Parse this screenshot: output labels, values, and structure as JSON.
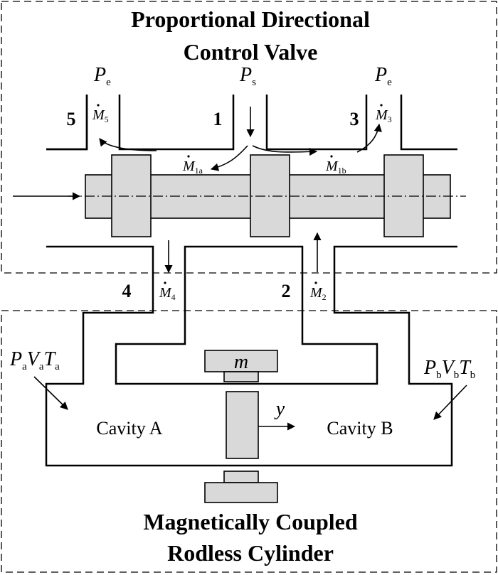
{
  "titles": {
    "valve_line1": "Proportional Directional",
    "valve_line2": "Control Valve",
    "cylinder_line1": "Magnetically Coupled",
    "cylinder_line2": "Rodless Cylinder"
  },
  "ports": {
    "p1": "1",
    "p2": "2",
    "p3": "3",
    "p4": "4",
    "p5": "5"
  },
  "pressure_symbols": {
    "pe_left": {
      "sym": "P",
      "sub": "e"
    },
    "ps": {
      "sym": "P",
      "sub": "s"
    },
    "pe_right": {
      "sym": "P",
      "sub": "e"
    }
  },
  "flow_symbols": {
    "m5": {
      "sym": "M",
      "sub": "5"
    },
    "m3": {
      "sym": "M",
      "sub": "3"
    },
    "m1a": {
      "sym": "M",
      "sub": "1a"
    },
    "m1b": {
      "sym": "M",
      "sub": "1b"
    },
    "m4": {
      "sym": "M",
      "sub": "4"
    },
    "m2": {
      "sym": "M",
      "sub": "2"
    }
  },
  "state_a": {
    "p": "P",
    "p_sub": "a",
    "v": "V",
    "v_sub": "a",
    "t": "T",
    "t_sub": "a"
  },
  "state_b": {
    "p": "P",
    "p_sub": "b",
    "v": "V",
    "v_sub": "b",
    "t": "T",
    "t_sub": "b"
  },
  "cavity_a": "Cavity A",
  "cavity_b": "Cavity B",
  "mass": "m",
  "displacement": "y",
  "colors": {
    "component_fill": "#d9d9d9",
    "line": "#000000"
  }
}
